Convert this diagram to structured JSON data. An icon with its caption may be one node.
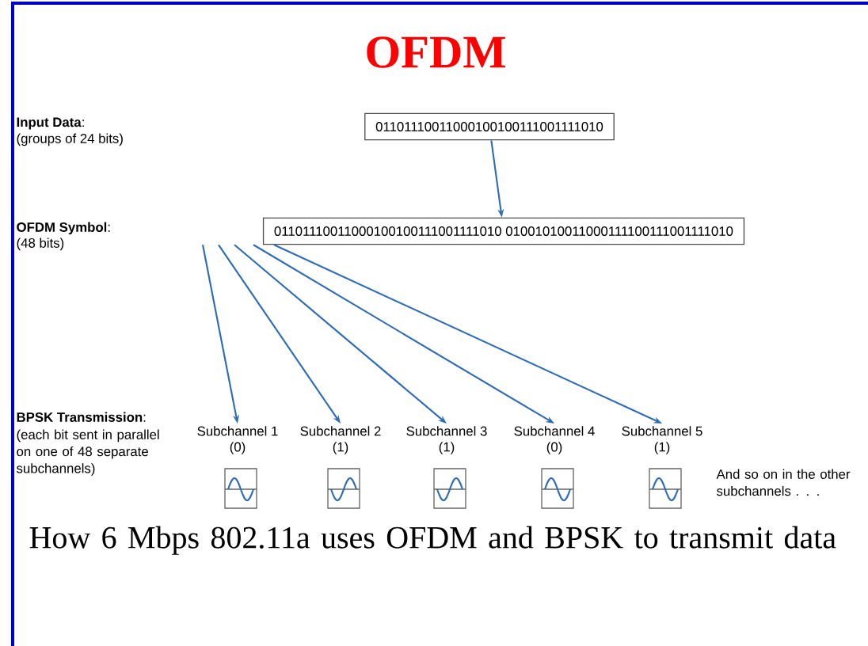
{
  "diagram": {
    "title": "OFDM",
    "caption": "How 6 Mbps 802.11a uses OFDM and BPSK to transmit data",
    "nodes": [
      {
        "text": [
          "01101110011000100100111001111010"
        ]
      },
      {
        "text": [
          "01101110011000100100111001111010 01001010011000111100111001111010"
        ]
      },
      {
        "text": [
          "Subchannel 1",
          "(0)"
        ]
      },
      {
        "text": [
          "Subchannel 2",
          "(1)"
        ]
      },
      {
        "text": [
          "Subchannel 3",
          "(1)"
        ]
      },
      {
        "text": [
          "Subchannel 4",
          "(0)"
        ]
      },
      {
        "text": [
          "Subchannel 5",
          "(1)"
        ]
      }
    ],
    "edges": [
      {
        "from": 0,
        "to": 1,
        "arrow": "to"
      },
      {
        "from": 1,
        "to": 2,
        "arrow": "to"
      },
      {
        "from": 1,
        "to": 3,
        "arrow": "to"
      },
      {
        "from": 1,
        "to": 4,
        "arrow": "to"
      },
      {
        "from": 1,
        "to": 5,
        "arrow": "to"
      },
      {
        "from": 1,
        "to": 6,
        "arrow": "to"
      }
    ],
    "labels": [
      "**Input Data**:",
      "(groups of 24 bits)",
      "**OFDM Symbol**:",
      "(48 bits)",
      "**BPSK Transmission**:",
      "(each bit sent in parallel on one of 48 separate subchannels)",
      "And so on in the other subchannels . . ."
    ]
  }
}
